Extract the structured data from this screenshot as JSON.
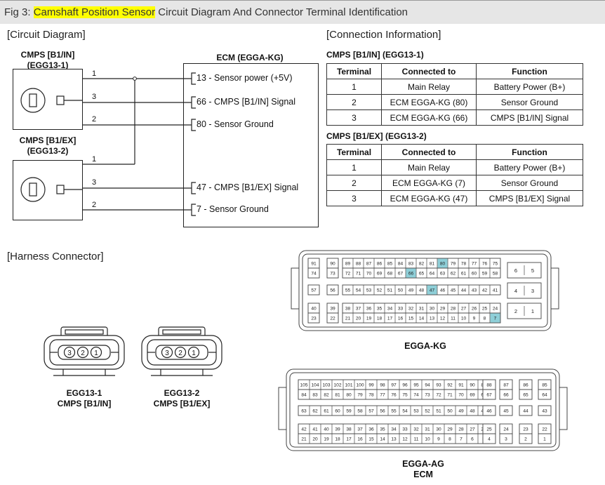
{
  "figure": {
    "prefix": "Fig 3: ",
    "highlight": "Camshaft Position Sensor",
    "rest": " Circuit Diagram And Connector Terminal Identification"
  },
  "sections": {
    "circuit": "[Circuit Diagram]",
    "connection": "[Connection Information]",
    "harness": "[Harness Connector]"
  },
  "circuit": {
    "sensor1_label_line1": "CMPS [B1/IN]",
    "sensor1_label_line2": "(EGG13-1)",
    "sensor2_label_line1": "CMPS [B1/EX]",
    "sensor2_label_line2": "(EGG13-2)",
    "ecm_label": "ECM (EGGA-KG)",
    "sensor1_pins": [
      "1",
      "3",
      "2"
    ],
    "sensor2_pins": [
      "1",
      "3",
      "2"
    ],
    "ecm_signals": [
      "13 - Sensor power (+5V)",
      "66 - CMPS [B1/IN] Signal",
      "80 - Sensor Ground",
      "47 - CMPS [B1/EX] Signal",
      "7 - Sensor Ground"
    ]
  },
  "tables": [
    {
      "title": "CMPS [B1/IN] (EGG13-1)",
      "headers": [
        "Terminal",
        "Connected to",
        "Function"
      ],
      "rows": [
        [
          "1",
          "Main Relay",
          "Battery Power (B+)"
        ],
        [
          "2",
          "ECM EGGA-KG (80)",
          "Sensor Ground"
        ],
        [
          "3",
          "ECM EGGA-KG (66)",
          "CMPS [B1/IN] Signal"
        ]
      ]
    },
    {
      "title": "CMPS [B1/EX] (EGG13-2)",
      "headers": [
        "Terminal",
        "Connected to",
        "Function"
      ],
      "rows": [
        [
          "1",
          "Main Relay",
          "Battery Power (B+)"
        ],
        [
          "2",
          "ECM EGGA-KG (7)",
          "Sensor Ground"
        ],
        [
          "3",
          "ECM EGGA-KG (47)",
          "CMPS [B1/EX] Signal"
        ]
      ]
    }
  ],
  "harness": {
    "connector1_pins": [
      "3",
      "2",
      "1"
    ],
    "connector2_pins": [
      "3",
      "2",
      "1"
    ],
    "connector1_line1": "EGG13-1",
    "connector1_line2": "CMPS [B1/IN]",
    "connector2_line1": "EGG13-2",
    "connector2_line2": "CMPS [B1/EX]",
    "kg_label": "EGGA-KG",
    "ag_label_line1": "EGGA-AG",
    "ag_label_line2": "ECM",
    "highlight_color": "#8ecfd8",
    "kg_highlighted_pins": [
      "80",
      "66",
      "47",
      "7"
    ],
    "kg_rows": [
      [
        [
          "91"
        ],
        [
          "90"
        ],
        [
          "89",
          "88",
          "87",
          "86",
          "85",
          "84",
          "83",
          "82",
          "81",
          "80",
          "79",
          "78",
          "77",
          "76",
          "75"
        ],
        [
          "6",
          "5"
        ]
      ],
      [
        [
          "74"
        ],
        [
          "73"
        ],
        [
          "72",
          "71",
          "70",
          "69",
          "68",
          "67",
          "66",
          "65",
          "64",
          "63",
          "62",
          "61",
          "60",
          "59",
          "58"
        ]
      ],
      [
        [
          "57"
        ],
        [
          "56"
        ],
        [
          "55",
          "54",
          "53",
          "52",
          "51",
          "50",
          "49",
          "48",
          "47",
          "46",
          "45",
          "44",
          "43",
          "42",
          "41"
        ],
        [
          "4",
          "3"
        ]
      ],
      [
        [
          "40"
        ],
        [
          "39"
        ],
        [
          "38",
          "37",
          "36",
          "35",
          "34",
          "33",
          "32",
          "31",
          "30",
          "29",
          "28",
          "27",
          "26",
          "25",
          "24"
        ],
        [
          "2",
          "1"
        ]
      ],
      [
        [
          "23"
        ],
        [
          "22"
        ],
        [
          "21",
          "20",
          "19",
          "18",
          "17",
          "16",
          "15",
          "14",
          "13",
          "12",
          "11",
          "10",
          "9",
          "8",
          "7"
        ]
      ]
    ],
    "ag_rows": [
      [
        [
          "105",
          "104",
          "103",
          "102",
          "101",
          "100",
          "99",
          "98",
          "97",
          "96",
          "95",
          "94",
          "93",
          "92",
          "91",
          "90",
          "89"
        ],
        [
          "88"
        ],
        [
          "87"
        ],
        [
          "86"
        ],
        [
          "85"
        ]
      ],
      [
        [
          "84",
          "83",
          "82",
          "81",
          "80",
          "79",
          "78",
          "77",
          "76",
          "75",
          "74",
          "73",
          "72",
          "71",
          "70",
          "69",
          "68"
        ],
        [
          "67"
        ],
        [
          "66"
        ],
        [
          "65"
        ],
        [
          "64"
        ]
      ],
      [
        [
          "63",
          "62",
          "61",
          "60",
          "59",
          "58",
          "57",
          "56",
          "55",
          "54",
          "53",
          "52",
          "51",
          "50",
          "49",
          "48",
          "47"
        ],
        [
          "46"
        ],
        [
          "45"
        ],
        [
          "44"
        ],
        [
          "43"
        ]
      ],
      [
        [
          "42",
          "41",
          "40",
          "39",
          "38",
          "37",
          "36",
          "35",
          "34",
          "33",
          "32",
          "31",
          "30",
          "29",
          "28",
          "27",
          "26"
        ],
        [
          "25"
        ],
        [
          "24"
        ],
        [
          "23"
        ],
        [
          "22"
        ]
      ],
      [
        [
          "21",
          "20",
          "19",
          "18",
          "17",
          "16",
          "15",
          "14",
          "13",
          "12",
          "11",
          "10",
          "9",
          "8",
          "7",
          "6",
          "5"
        ],
        [
          "4"
        ],
        [
          "3"
        ],
        [
          "2"
        ],
        [
          "1"
        ]
      ]
    ]
  }
}
